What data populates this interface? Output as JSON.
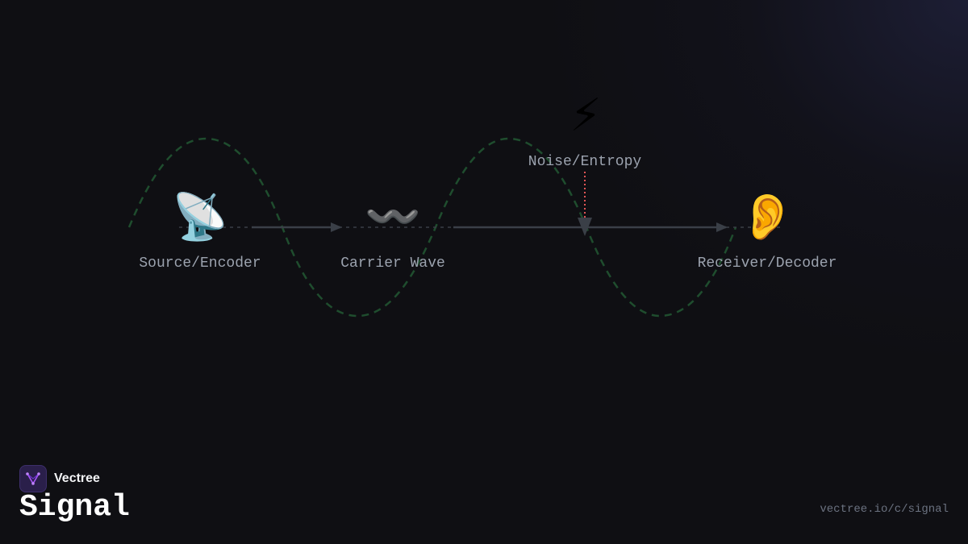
{
  "brand": {
    "name": "Vectree"
  },
  "page": {
    "title": "Signal",
    "url": "vectree.io/c/signal"
  },
  "nodes": [
    {
      "id": "source",
      "label": "Source/Encoder",
      "icon": "📡",
      "icon_name": "satellite-antenna-icon"
    },
    {
      "id": "carrier",
      "label": "Carrier Wave",
      "icon": "〰️",
      "icon_name": "wavy-dash-icon"
    },
    {
      "id": "noise",
      "label": "Noise/Entropy",
      "icon": "⚡",
      "icon_name": "lightning-icon"
    },
    {
      "id": "receiver",
      "label": "Receiver/Decoder",
      "icon": "👂",
      "icon_name": "ear-icon"
    }
  ],
  "edges": [
    {
      "from": "source",
      "to": "carrier",
      "style": "solid-arrow"
    },
    {
      "from": "carrier",
      "to": "receiver",
      "style": "solid-arrow"
    },
    {
      "from": "noise",
      "to": "channel",
      "style": "dotted-red-arrow"
    }
  ],
  "colors": {
    "background": "#0f0f13",
    "wave": "#1f4d2e",
    "arrow": "#3a3f47",
    "noise_line": "#e05555",
    "label": "#9ca3af",
    "brand_accent": "#a855f7"
  }
}
